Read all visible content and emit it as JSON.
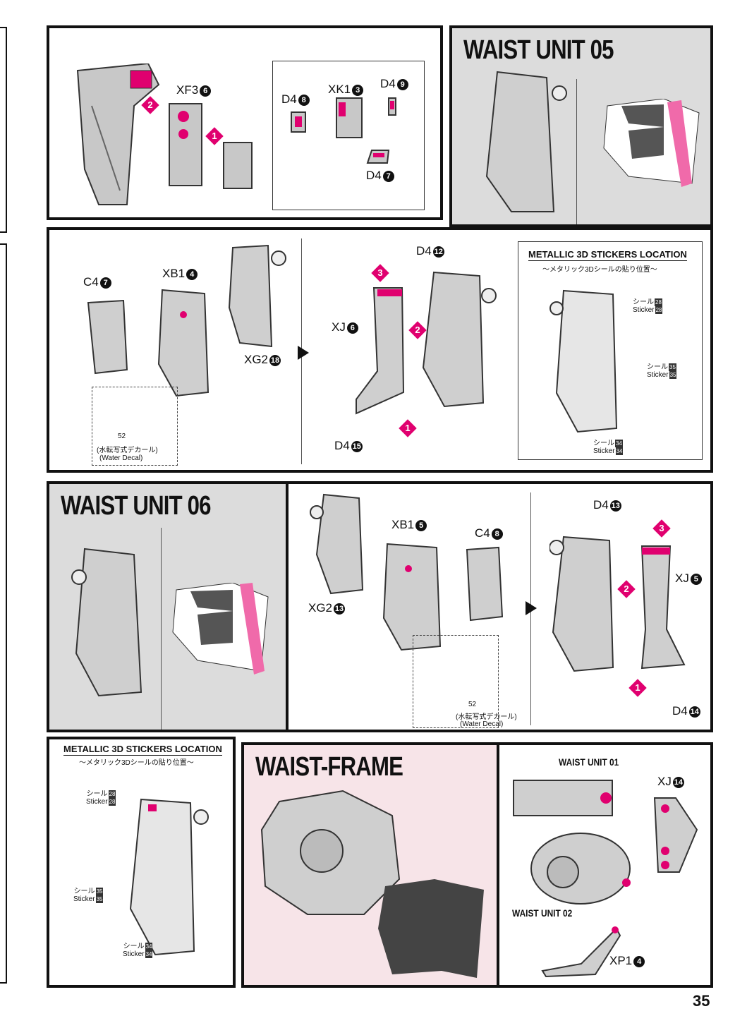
{
  "page_number": "35",
  "panel1": {
    "labels": {
      "xf3": "XF3",
      "xf3_n": "6",
      "d4a": "D4",
      "d4a_n": "8",
      "xk1": "XK1",
      "xk1_n": "3",
      "d4b": "D4",
      "d4b_n": "9",
      "d4c": "D4",
      "d4c_n": "7"
    },
    "steps": [
      "1",
      "2"
    ]
  },
  "waist05": {
    "title": "WAIST UNIT 05"
  },
  "panel3": {
    "labels": {
      "c4": "C4",
      "c4_n": "7",
      "xb1": "XB1",
      "xb1_n": "4",
      "xg2": "XG2",
      "xg2_n": "18",
      "d4a": "D4",
      "d4a_n": "12",
      "xj": "XJ",
      "xj_n": "6",
      "d4b": "D4",
      "d4b_n": "15"
    },
    "steps": [
      "3",
      "2",
      "1"
    ],
    "decal": {
      "num": "52",
      "jp": "(水転写式デカール)",
      "en": "(Water Decal)"
    },
    "stickers": {
      "heading": "METALLIC 3D STICKERS LOCATION",
      "sub": "〜メタリック3Dシールの貼り位置〜",
      "items": [
        {
          "jp": "シール",
          "en": "Sticker",
          "n": "28"
        },
        {
          "jp": "シール",
          "en": "Sticker",
          "n": "35"
        },
        {
          "jp": "シール",
          "en": "Sticker",
          "n": "34"
        }
      ]
    }
  },
  "waist06": {
    "title": "WAIST UNIT 06"
  },
  "panel5": {
    "labels": {
      "xb1": "XB1",
      "xb1_n": "5",
      "c4": "C4",
      "c4_n": "8",
      "xg2": "XG2",
      "xg2_n": "13",
      "d4a": "D4",
      "d4a_n": "13",
      "xj": "XJ",
      "xj_n": "5",
      "d4b": "D4",
      "d4b_n": "14"
    },
    "steps": [
      "3",
      "2",
      "1"
    ],
    "decal": {
      "num": "52",
      "jp": "(水転写式デカール)",
      "en": "(Water Decal)"
    }
  },
  "panel6": {
    "heading": "METALLIC 3D STICKERS LOCATION",
    "sub": "〜メタリック3Dシールの貼り位置〜",
    "items": [
      {
        "jp": "シール",
        "en": "Sticker",
        "n": "28"
      },
      {
        "jp": "シール",
        "en": "Sticker",
        "n": "35"
      },
      {
        "jp": "シール",
        "en": "Sticker",
        "n": "34"
      }
    ]
  },
  "waistframe": {
    "title": "WAIST-FRAME"
  },
  "panel8": {
    "unit01": "WAIST UNIT 01",
    "unit02": "WAIST UNIT 02",
    "xj": "XJ",
    "xj_n": "14",
    "xp1": "XP1",
    "xp1_n": "4"
  },
  "colors": {
    "accent": "#e0006f",
    "panel_grey": "#dcdcdc",
    "panel_pink": "#f7e4e8",
    "border": "#111111"
  }
}
